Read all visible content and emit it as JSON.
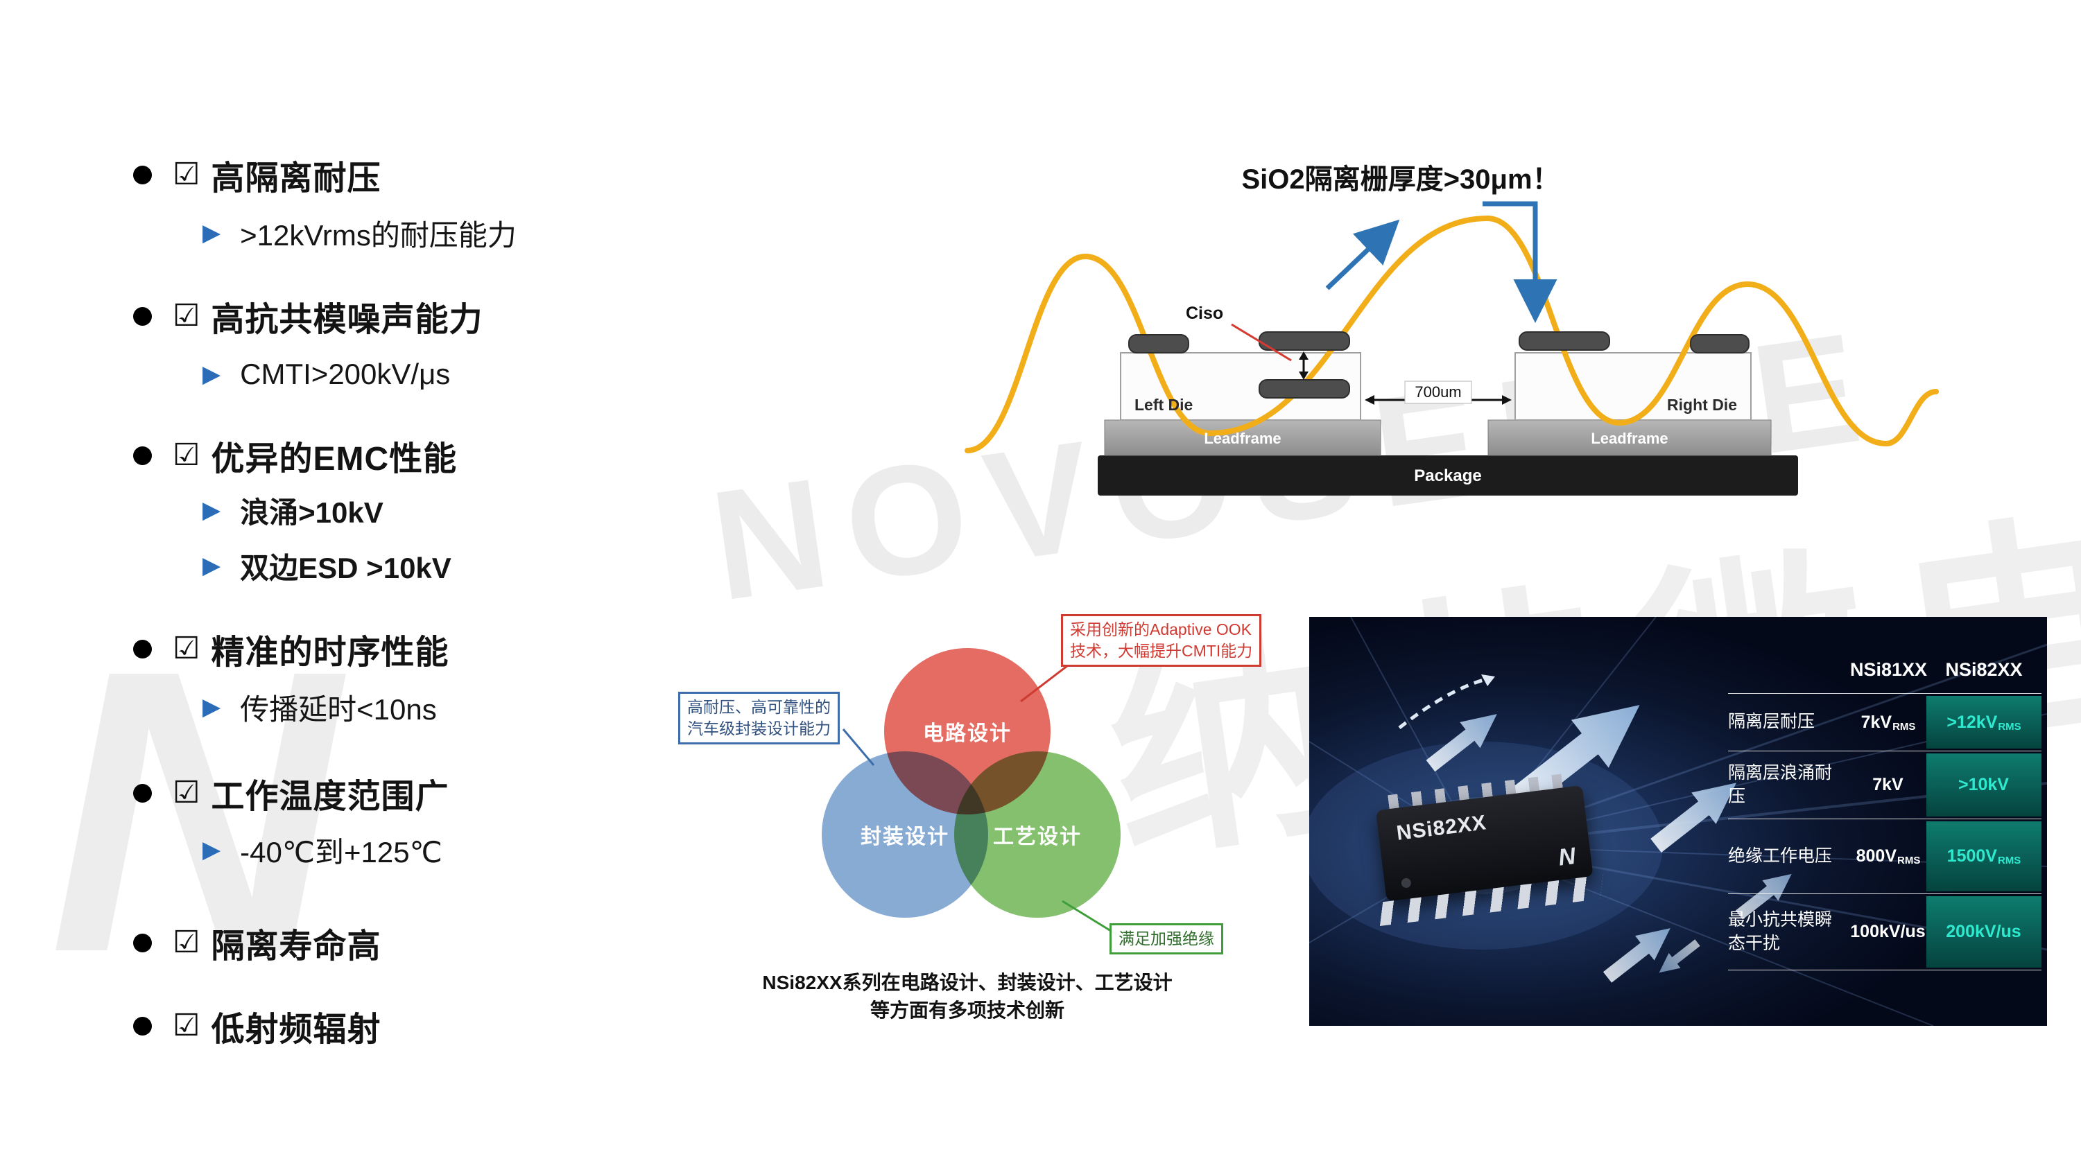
{
  "icons": {
    "check": "☑",
    "arrow": "▶"
  },
  "features": {
    "items": [
      {
        "title": "高隔离耐压",
        "subs": [
          {
            "text": ">12kVrms的耐压能力",
            "bold": false
          }
        ]
      },
      {
        "title": "高抗共模噪声能力",
        "subs": [
          {
            "text": "CMTI>200kV/μs",
            "bold": false
          }
        ]
      },
      {
        "title": "优异的EMC性能",
        "subs": [
          {
            "text": "浪涌>10kV",
            "bold": true
          },
          {
            "text": "双边ESD >10kV",
            "bold": true
          }
        ]
      },
      {
        "title": "精准的时序性能",
        "subs": [
          {
            "text": "传播延时<10ns",
            "bold": false
          }
        ]
      },
      {
        "title": "工作温度范围广",
        "subs": [
          {
            "text": "-40℃到+125℃",
            "bold": false
          }
        ]
      },
      {
        "title": "隔离寿命高",
        "subs": []
      },
      {
        "title": "低射频辐射",
        "subs": []
      }
    ]
  },
  "package_diagram": {
    "title": "SiO2隔离栅厚度>30μm！",
    "ciso_label": "Ciso",
    "left_die_label": "Left Die",
    "right_die_label": "Right Die",
    "leadframe_label": "Leadframe",
    "package_label": "Package",
    "gap_label": "700um"
  },
  "venn": {
    "circles": [
      {
        "label": "电路设计",
        "color": "#e25f56"
      },
      {
        "label": "封装设计",
        "color": "#7ba2cf"
      },
      {
        "label": "工艺设计",
        "color": "#77b95e"
      }
    ],
    "callouts": {
      "circuit": {
        "line1": "采用创新的Adaptive OOK",
        "line2": "技术，大幅提升CMTI能力"
      },
      "package": {
        "line1": "高耐压、高可靠性的",
        "line2": "汽车级封装设计能力"
      },
      "process": {
        "line1": "满足加强绝缘"
      }
    },
    "caption_line1": "NSi82XX系列在电路设计、封装设计、工艺设计",
    "caption_line2": "等方面有多项技术创新"
  },
  "comparison": {
    "chip_label": "NSi82XX",
    "logo_letter": "N",
    "col1": "NSi81XX",
    "col2": "NSi82XX",
    "accent_color": "#2fe9cf",
    "rows": [
      {
        "label": "隔离层耐压",
        "v1": "7kV",
        "v1sub": "RMS",
        "v2": ">12kV",
        "v2sub": "RMS"
      },
      {
        "label": "隔离层浪涌耐压",
        "v1": "7kV",
        "v1sub": "",
        "v2": ">10kV",
        "v2sub": ""
      },
      {
        "label": "绝缘工作电压",
        "v1": "800V",
        "v1sub": "RMS",
        "v2": "1500V",
        "v2sub": "RMS"
      },
      {
        "label": "最小抗共模瞬态干扰",
        "v1": "100kV/us",
        "v1sub": "",
        "v2": "200kV/us",
        "v2sub": ""
      }
    ]
  },
  "watermark": {
    "text": "NOVOSENSE",
    "logo": "N",
    "cjk_text": "纳芯微电子"
  }
}
